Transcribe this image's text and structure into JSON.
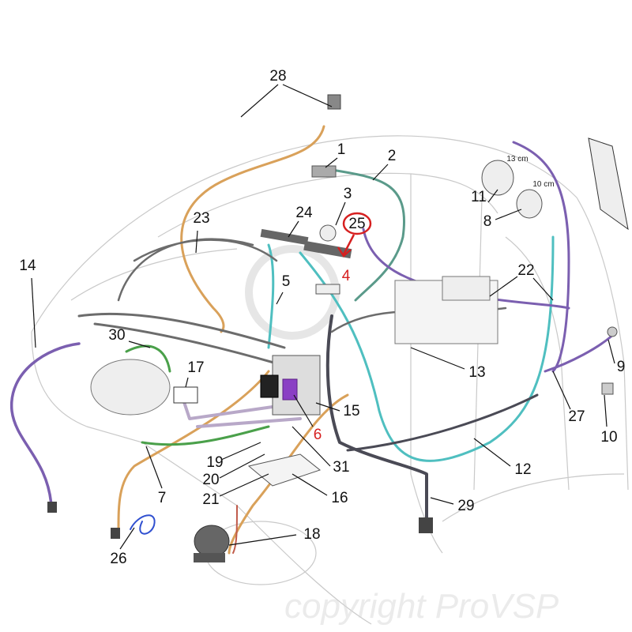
{
  "diagram": {
    "title": "Vehicle wiring harness diagram",
    "watermark": "copyright ProVSP",
    "callouts": [
      "1",
      "2",
      "3",
      "4",
      "5",
      "6",
      "7",
      "8",
      "9",
      "10",
      "11",
      "12",
      "13",
      "14",
      "15",
      "16",
      "17",
      "18",
      "19",
      "20",
      "21",
      "22",
      "23",
      "24",
      "25",
      "26",
      "27",
      "28",
      "29",
      "30",
      "31"
    ],
    "highlighted_callouts": [
      "4",
      "6",
      "25"
    ],
    "dimensions": {
      "speaker_large": "13 cm",
      "speaker_small": "10 cm"
    },
    "colors": {
      "orange_wire": "#d9a15a",
      "teal_wire": "#4fbfc0",
      "purple_wire": "#7b5fb0",
      "green_wire": "#4aa04a",
      "grey_wire": "#6c6c6c",
      "dark_wire": "#4a4a55",
      "highlight_red": "#d62020",
      "battery_plus": "#8a3fc4"
    }
  }
}
